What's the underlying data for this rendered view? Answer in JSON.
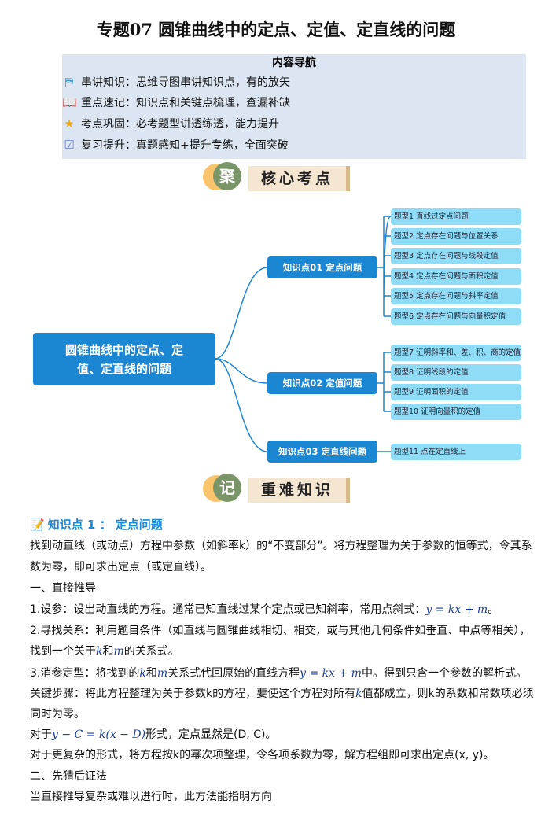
{
  "title": "专题07  圆锥曲线中的定点、定值、定直线的问题",
  "nav": {
    "heading": "内容导航",
    "items": [
      {
        "icon": "map-icon",
        "text": "串讲知识：思维导图串讲知识点，有的放矢"
      },
      {
        "icon": "book-icon",
        "text": "重点速记：知识点和关键点梳理，查漏补缺"
      },
      {
        "icon": "star-icon",
        "text": "考点巩固：必考题型讲透练透，能力提升"
      },
      {
        "icon": "checklist-icon",
        "text": "复习提升：真题感知+提升专练，全面突破"
      }
    ]
  },
  "banner1": {
    "badge": "聚",
    "label": "核心考点"
  },
  "banner2": {
    "badge": "记",
    "label": "重难知识"
  },
  "mindmap": {
    "root": "圆锥曲线中的定点、定值、定直线的问题",
    "nodes": [
      {
        "label": "知识点01 定点问题",
        "leaves": [
          "题型1 直线过定点问题",
          "题型2 定点存在问题与位置关系",
          "题型3 定点存在问题与线段定值",
          "题型4 定点存在问题与面积定值",
          "题型5  定点存在问题与斜率定值",
          "题型6  定点存在问题与向量积定值"
        ]
      },
      {
        "label": "知识点02 定值问题",
        "leaves": [
          "题型7 证明斜率和、差、积、商的定值",
          "题型8  证明线段的定值",
          "题型9  证明面积的定值",
          "题型10  证明向量积的定值"
        ]
      },
      {
        "label": "知识点03 定直线问题",
        "leaves": [
          "题型11  点在定直线上"
        ]
      }
    ]
  },
  "section": {
    "heading": "知识点 1 ： 定点问题",
    "p1": "找到动直线（或动点）方程中参数（如斜率k）的“不变部分”。将方程整理为关于参数的恒等式，令其系",
    "p1b": "数为零，即可求出定点（或定直线）。",
    "s1": "一、直接推导",
    "l1a": "1.设参：设出动直线的方程。通常已知直线过某个定点或已知斜率，常用点斜式：",
    "l1m": "y = kx + m",
    "l1b": "。",
    "l2": "2.寻找关系：利用题目条件（如直线与圆锥曲线相切、相交，或与其他几何条件如垂直、中点等相关），",
    "l2b1": "找到一个关于",
    "l2k": "k",
    "l2b2": "和",
    "l2mm": "m",
    "l2b3": "的关系式。",
    "l3a": "3.消参定型：将找到的",
    "l3k": "k",
    "l3b": "和",
    "l3m": "m",
    "l3c": "关系式代回原始的直线方程",
    "l3e": "y = kx + m",
    "l3d": "中。得到只含一个参数的解析式。",
    "l4a": "关键步骤：将此方程整理为关于参数k的方程，要使这个方程对所有",
    "l4k": "k",
    "l4b": "值都成立，则k的系数和常数项必须",
    "l4c": "同时为零。",
    "l5a": "对于",
    "l5m": "y − C = k(x − D)",
    "l5b": "形式，定点显然是(D, C)。",
    "l6": "对于更复杂的形式，将方程按k的幂次项整理，令各项系数为零，解方程组即可求出定点(x, y)。",
    "s2": "二、先猜后证法",
    "l7": "当直接推导复杂或难以进行时，此方法能指明方向"
  }
}
